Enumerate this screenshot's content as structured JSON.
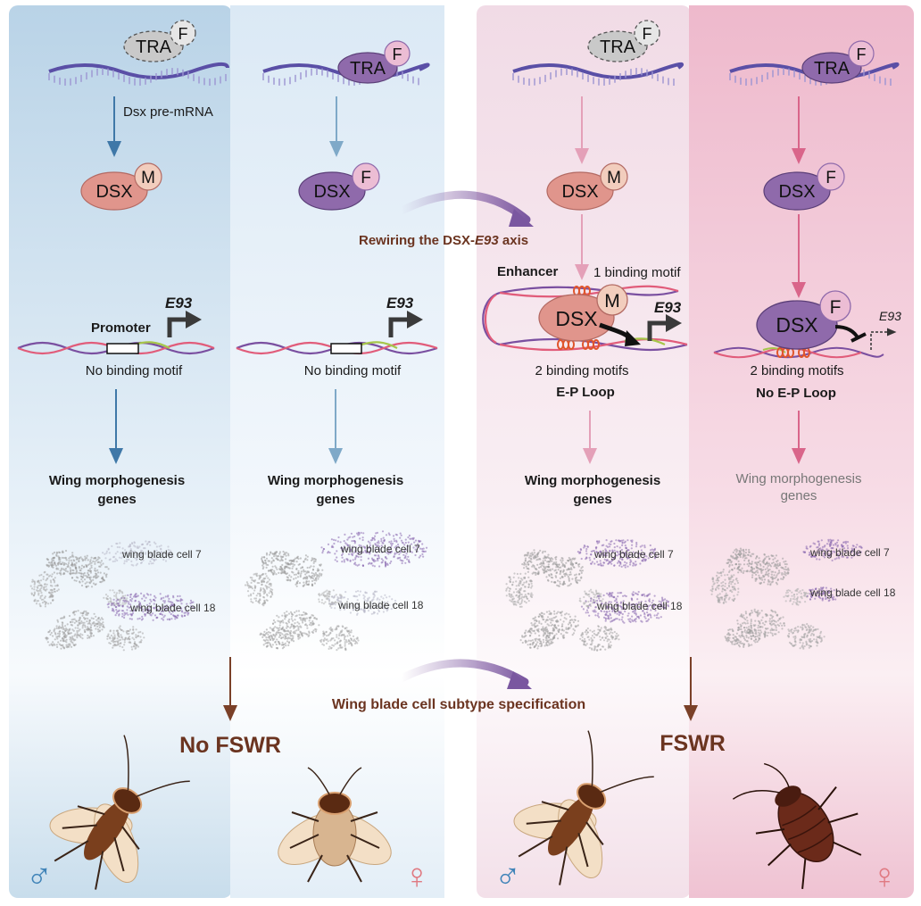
{
  "panels": [
    {
      "id": "male-nonfswr",
      "sex_symbol": "♂",
      "sex_color": "#3f83b8"
    },
    {
      "id": "female-nonfswr",
      "sex_symbol": "♀",
      "sex_color": "#e07a82"
    },
    {
      "id": "male-fswr",
      "sex_symbol": "♂",
      "sex_color": "#3f83b8"
    },
    {
      "id": "female-fswr",
      "sex_symbol": "♀",
      "sex_color": "#e07a82"
    }
  ],
  "proteins": {
    "tra": "TRA",
    "dsx": "DSX",
    "isoform_f": "F",
    "isoform_m": "M"
  },
  "labels": {
    "pre_mrna": "Dsx pre-mRNA",
    "promoter": "Promoter",
    "enhancer": "Enhancer",
    "gene_e93": "E93",
    "no_binding_motif": "No binding motif",
    "one_binding_motif": "1 binding motif",
    "two_binding_motifs": "2 binding motifs",
    "ep_loop": "E-P Loop",
    "no_ep_loop": "No E-P Loop",
    "wing_genes_line1": "Wing morphogenesis",
    "wing_genes_line2": "genes",
    "cell7": "wing blade cell 7",
    "cell18": "wing blade cell 18",
    "rewiring_prefix": "Rewiring the DSX-",
    "rewiring_gene": "E93",
    "rewiring_suffix": " axis",
    "subtype_spec": "Wing blade cell subtype specification",
    "no_fswr": "No FSWR",
    "fswr": "FSWR"
  },
  "colors": {
    "male_bg": "#c3d9ea",
    "female_bg": "#e2eef8",
    "male_fswr_bg": "#f3dfe9",
    "female_fswr_bg": "#f0c4d4",
    "dsx_m": "#e0958c",
    "dsx_f": "#8f6aab",
    "isoform_f": "#ecbdd4",
    "isoform_m": "#f2cdbd",
    "tra_inactive": "#c9c9c9",
    "rna": "#5a4fa6",
    "accent_brown": "#6b3420",
    "motif": "#e0552c"
  }
}
